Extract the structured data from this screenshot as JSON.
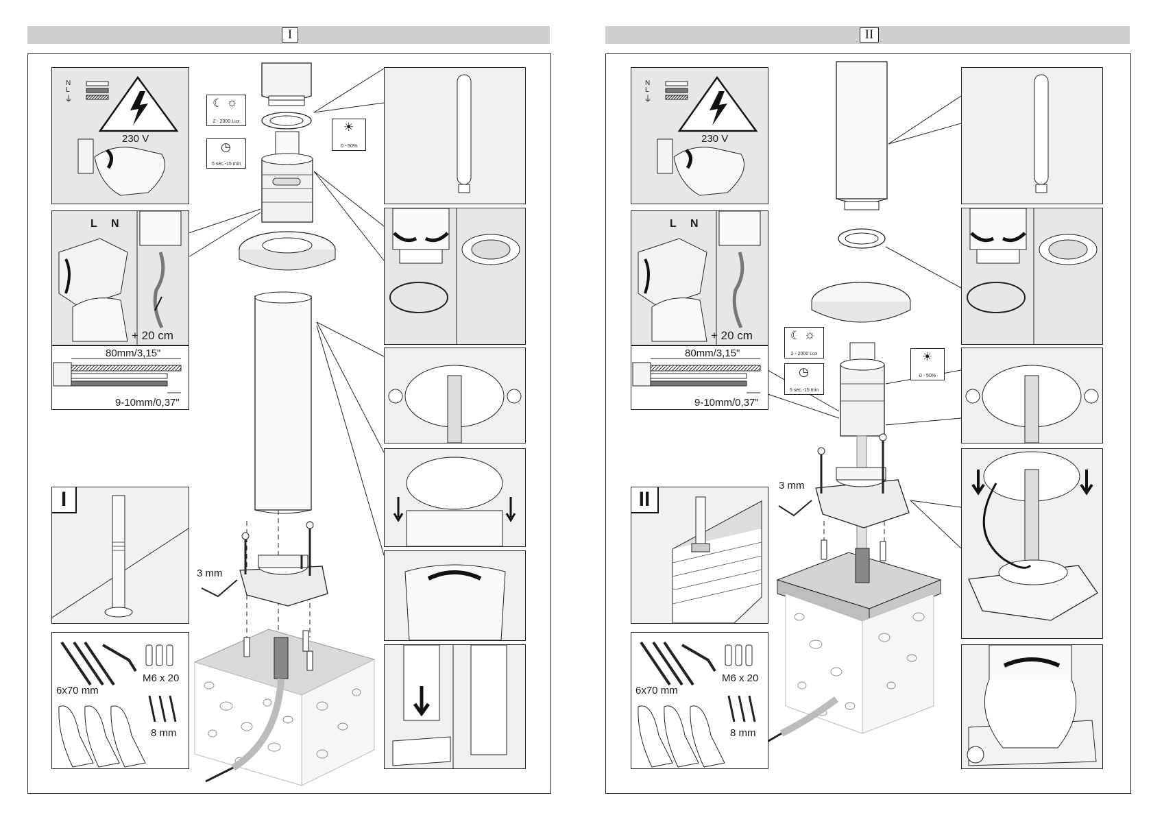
{
  "pages": [
    {
      "roman": "I",
      "panel_roman": "I",
      "voltage": "230 V",
      "wire_legend": [
        "N",
        "L",
        "⏚"
      ],
      "terminal_labels": [
        "L",
        "N"
      ],
      "cable_extra": "+ 20 cm",
      "strip_long": "80mm/3,15\"",
      "strip_short": "9-10mm/0,37\"",
      "allen_key": "3 mm",
      "screws": "6x70 mm",
      "bolts": "M6 x 20",
      "plugs": "8 mm",
      "sensor_lux": "2 - 2000 Lux",
      "sensor_time": "5 sec.-15 min",
      "sensor_dim": "0 - 50%"
    },
    {
      "roman": "II",
      "panel_roman": "II",
      "voltage": "230 V",
      "wire_legend": [
        "N",
        "L",
        "⏚"
      ],
      "terminal_labels": [
        "L",
        "N"
      ],
      "cable_extra": "+ 20 cm",
      "strip_long": "80mm/3,15\"",
      "strip_short": "9-10mm/0,37\"",
      "allen_key": "3 mm",
      "screws": "6x70 mm",
      "bolts": "M6 x 20",
      "plugs": "8 mm",
      "sensor_lux": "2 - 2000 Lux",
      "sensor_time": "5 sec.-15 min",
      "sensor_dim": "0 - 50%"
    }
  ],
  "icons": {
    "warning": "high-voltage-warning-icon",
    "moon": "moon-icon",
    "sun": "sun-icon",
    "clock": "clock-icon",
    "bulb": "light-bulb-icon"
  }
}
